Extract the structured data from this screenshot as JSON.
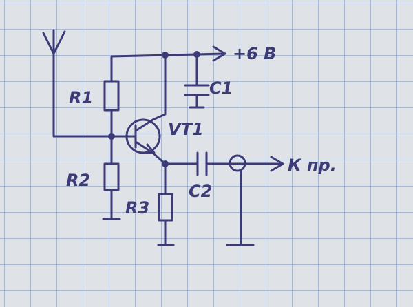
{
  "diagram": {
    "ink_color": "#3d3a78",
    "labels": {
      "r1": "R1",
      "r2": "R2",
      "r3": "R3",
      "c1": "C1",
      "c2": "C2",
      "vt1": "VT1",
      "supply": "+6 В",
      "output": "К пр."
    }
  }
}
